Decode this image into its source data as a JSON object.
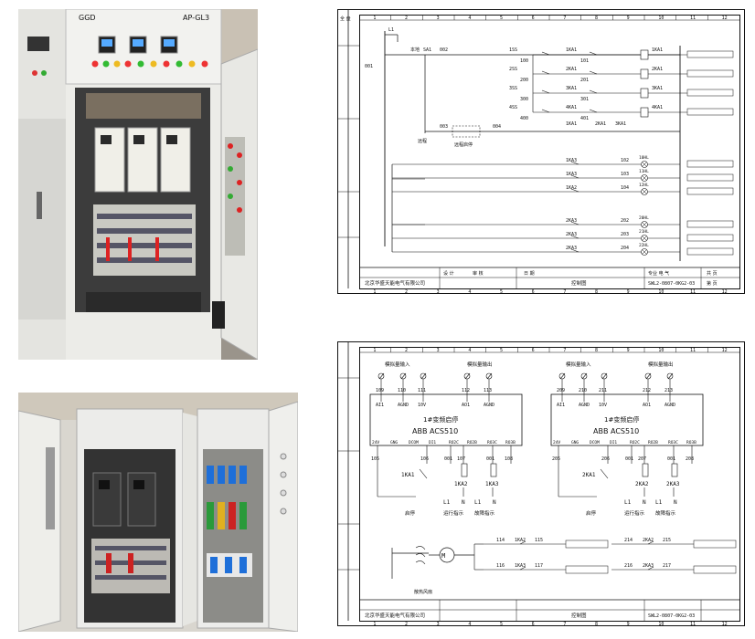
{
  "photo_top": {
    "brand_left": "GGD",
    "brand_right": "AP-GL3"
  },
  "drawing_top": {
    "zone_numbers": [
      "1",
      "2",
      "3",
      "4",
      "5",
      "6",
      "7",
      "8",
      "9",
      "10",
      "11",
      "12"
    ],
    "contactor_left": [
      "1SS",
      "2SS",
      "3SS",
      "4SS"
    ],
    "contactor_right": [
      "1KA1",
      "2KA1",
      "3KA1",
      "4KA1"
    ],
    "wire_a": [
      "100",
      "200",
      "300",
      "400"
    ],
    "wire_b": [
      "101",
      "201",
      "301",
      "401"
    ],
    "relay_right": [
      "1KA1",
      "2KA1",
      "3KA1",
      "4KA1"
    ],
    "lamp_rows": [
      {
        "relay": "1KA3",
        "wire": "102",
        "lamp": "10HL"
      },
      {
        "relay": "1KA3",
        "wire": "103",
        "lamp": "11HL"
      },
      {
        "relay": "1KA2",
        "wire": "104",
        "lamp": "12HL"
      },
      {
        "relay": "2KA3",
        "wire": "202",
        "lamp": "20HL"
      },
      {
        "relay": "2KA3",
        "wire": "203",
        "lamp": "21HL"
      },
      {
        "relay": "2KA3",
        "wire": "204",
        "lamp": "22HL"
      }
    ],
    "wire_002": "002",
    "wire_003": "003",
    "wire_004": "004",
    "wire_001": "001",
    "switch_sa1": "SA1",
    "local_label": "本地",
    "remote_label": "远程",
    "remote_start_stop": "远程启停",
    "company": "北京华盛天能电气有限公司",
    "drawing_title": "控制图",
    "drawing_no": "SWL2-0807-0KG2-03",
    "design": "设 计",
    "check": "审 核",
    "date": "日 期",
    "special": "专业 电 气",
    "sheet_total": "共  页",
    "sheet_no": "第  页",
    "corner": "全 盘"
  },
  "drawing_bottom": {
    "vfd1": {
      "analog_in": "模拟量输入",
      "analog_out": "模拟量输出",
      "term_top": [
        "109",
        "110",
        "111",
        "112",
        "113"
      ],
      "pin_top": [
        "AI1",
        "AGND",
        "10V",
        "AO1",
        "AGND"
      ],
      "title": "1#变频启停",
      "model": "ABB ACS510",
      "pin_bottom": [
        "24V",
        "GNG",
        "DCOM",
        "DI1",
        "RO2C",
        "RO2B",
        "RO3C",
        "RO3B"
      ],
      "wire_bottom": [
        "105",
        "106",
        "001",
        "107",
        "001",
        "108"
      ],
      "relays": [
        "1KA1",
        "1KA2",
        "1KA3"
      ],
      "start_stop": "启停",
      "run": "运行指示",
      "fault": "故障指示",
      "l1": "L1",
      "n": "N"
    },
    "vfd2": {
      "analog_in": "模拟量输入",
      "analog_out": "模拟量输出",
      "term_top": [
        "209",
        "210",
        "211",
        "212",
        "213"
      ],
      "pin_top": [
        "AI1",
        "AGND",
        "10V",
        "AO1",
        "AGND"
      ],
      "title": "1#变频启停",
      "model": "ABB ACS510",
      "pin_bottom": [
        "24V",
        "GNG",
        "DCOM",
        "DI1",
        "RO2C",
        "RO2B",
        "RO3C",
        "RO3B"
      ],
      "wire_bottom": [
        "205",
        "206",
        "001",
        "207",
        "001",
        "208"
      ],
      "relays": [
        "2KA1",
        "2KA2",
        "2KA3"
      ],
      "start_stop": "启停",
      "run": "运行指示",
      "fault": "故障指示",
      "l1": "L1",
      "n": "N"
    },
    "fan_label": "散热风扇",
    "aux_rows": [
      {
        "a": "114",
        "relay": "1KA2",
        "b": "115"
      },
      {
        "a": "116",
        "relay": "1KA3",
        "b": "117"
      },
      {
        "a": "214",
        "relay": "2KA2",
        "b": "215"
      },
      {
        "a": "216",
        "relay": "2KA3",
        "b": "217"
      }
    ],
    "company": "北京华盛天能电气有限公司",
    "drawing_title": "控制图",
    "drawing_no": "SWL2-0807-0KG2-03"
  }
}
